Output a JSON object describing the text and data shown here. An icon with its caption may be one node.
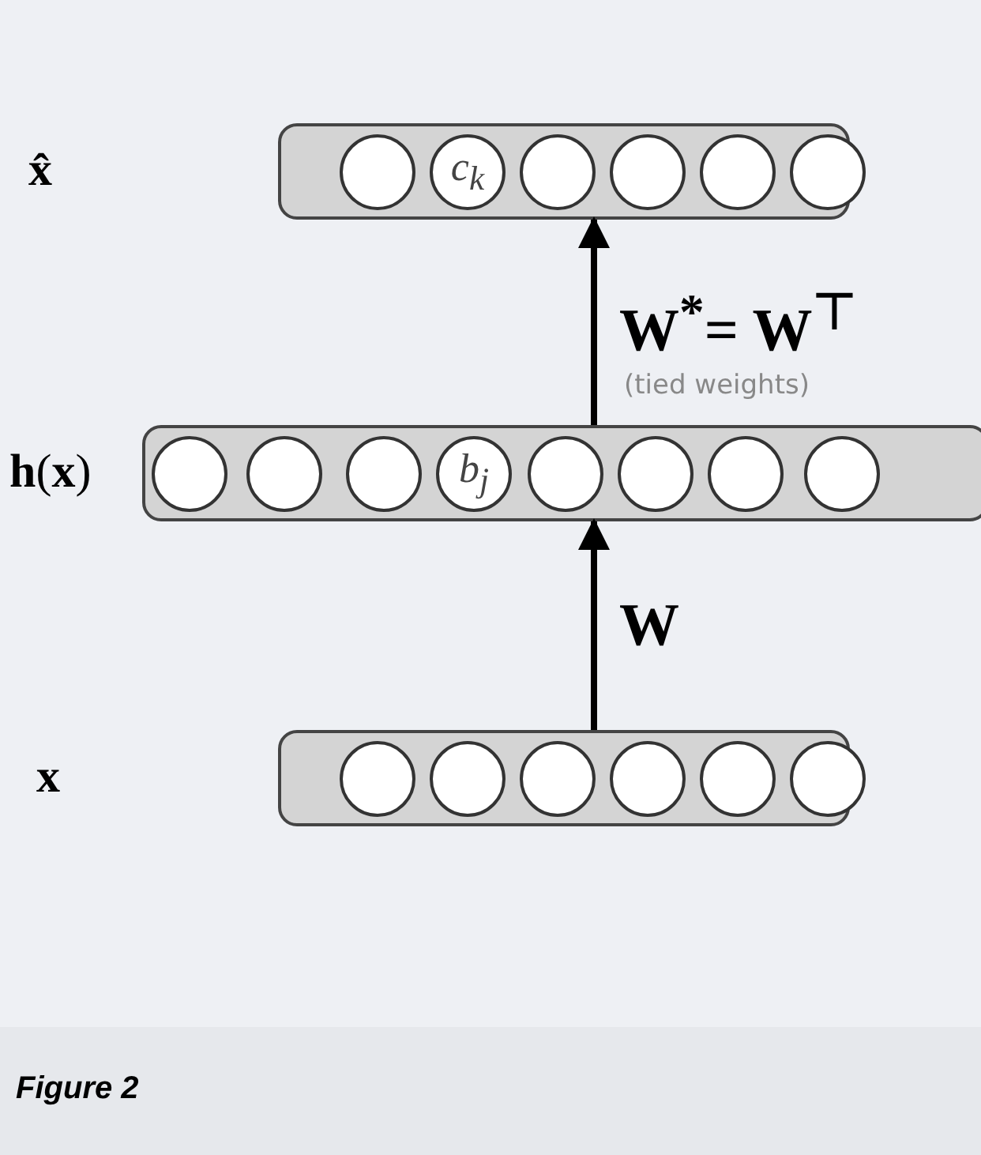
{
  "diagram": {
    "caption": "Figure 2",
    "nodes": [
      {
        "text": [
          "x̂"
        ]
      },
      {
        "text": [],
        "shape": "circle",
        "in": 0
      },
      {
        "text": [
          "c$_{k}$"
        ],
        "in": 0
      },
      {
        "text": [],
        "shape": "circle",
        "in": 0
      },
      {
        "text": [],
        "shape": "circle",
        "in": 0
      },
      {
        "text": [],
        "shape": "circle",
        "in": 0
      },
      {
        "text": [],
        "shape": "circle",
        "in": 0
      },
      {
        "text": [
          "**h**(**x**)"
        ]
      },
      {
        "text": [],
        "shape": "circle",
        "in": 7
      },
      {
        "text": [],
        "shape": "circle",
        "in": 7
      },
      {
        "text": [],
        "shape": "circle",
        "in": 7
      },
      {
        "text": [
          "b$_{j}$"
        ],
        "in": 7
      },
      {
        "text": [],
        "shape": "circle",
        "in": 7
      },
      {
        "text": [],
        "shape": "circle",
        "in": 7
      },
      {
        "text": [],
        "shape": "circle",
        "in": 7
      },
      {
        "text": [],
        "shape": "circle",
        "in": 7
      },
      {
        "text": [
          "x"
        ]
      },
      {
        "text": [],
        "shape": "circle",
        "in": 16
      },
      {
        "text": [],
        "shape": "circle",
        "in": 16
      },
      {
        "text": [],
        "shape": "circle",
        "in": 16
      },
      {
        "text": [],
        "shape": "circle",
        "in": 16
      },
      {
        "text": [],
        "shape": "circle",
        "in": 16
      },
      {
        "text": [],
        "shape": "circle",
        "in": 16
      }
    ],
    "edges": [
      {
        "from": 16,
        "to": 7,
        "arrow": "to",
        "label": "W"
      },
      {
        "from": 7,
        "to": 0,
        "arrow": "to",
        "label": "W$^{*}$= W$^{⊤}$"
      }
    ],
    "labels": [
      "(tied weights)"
    ]
  }
}
